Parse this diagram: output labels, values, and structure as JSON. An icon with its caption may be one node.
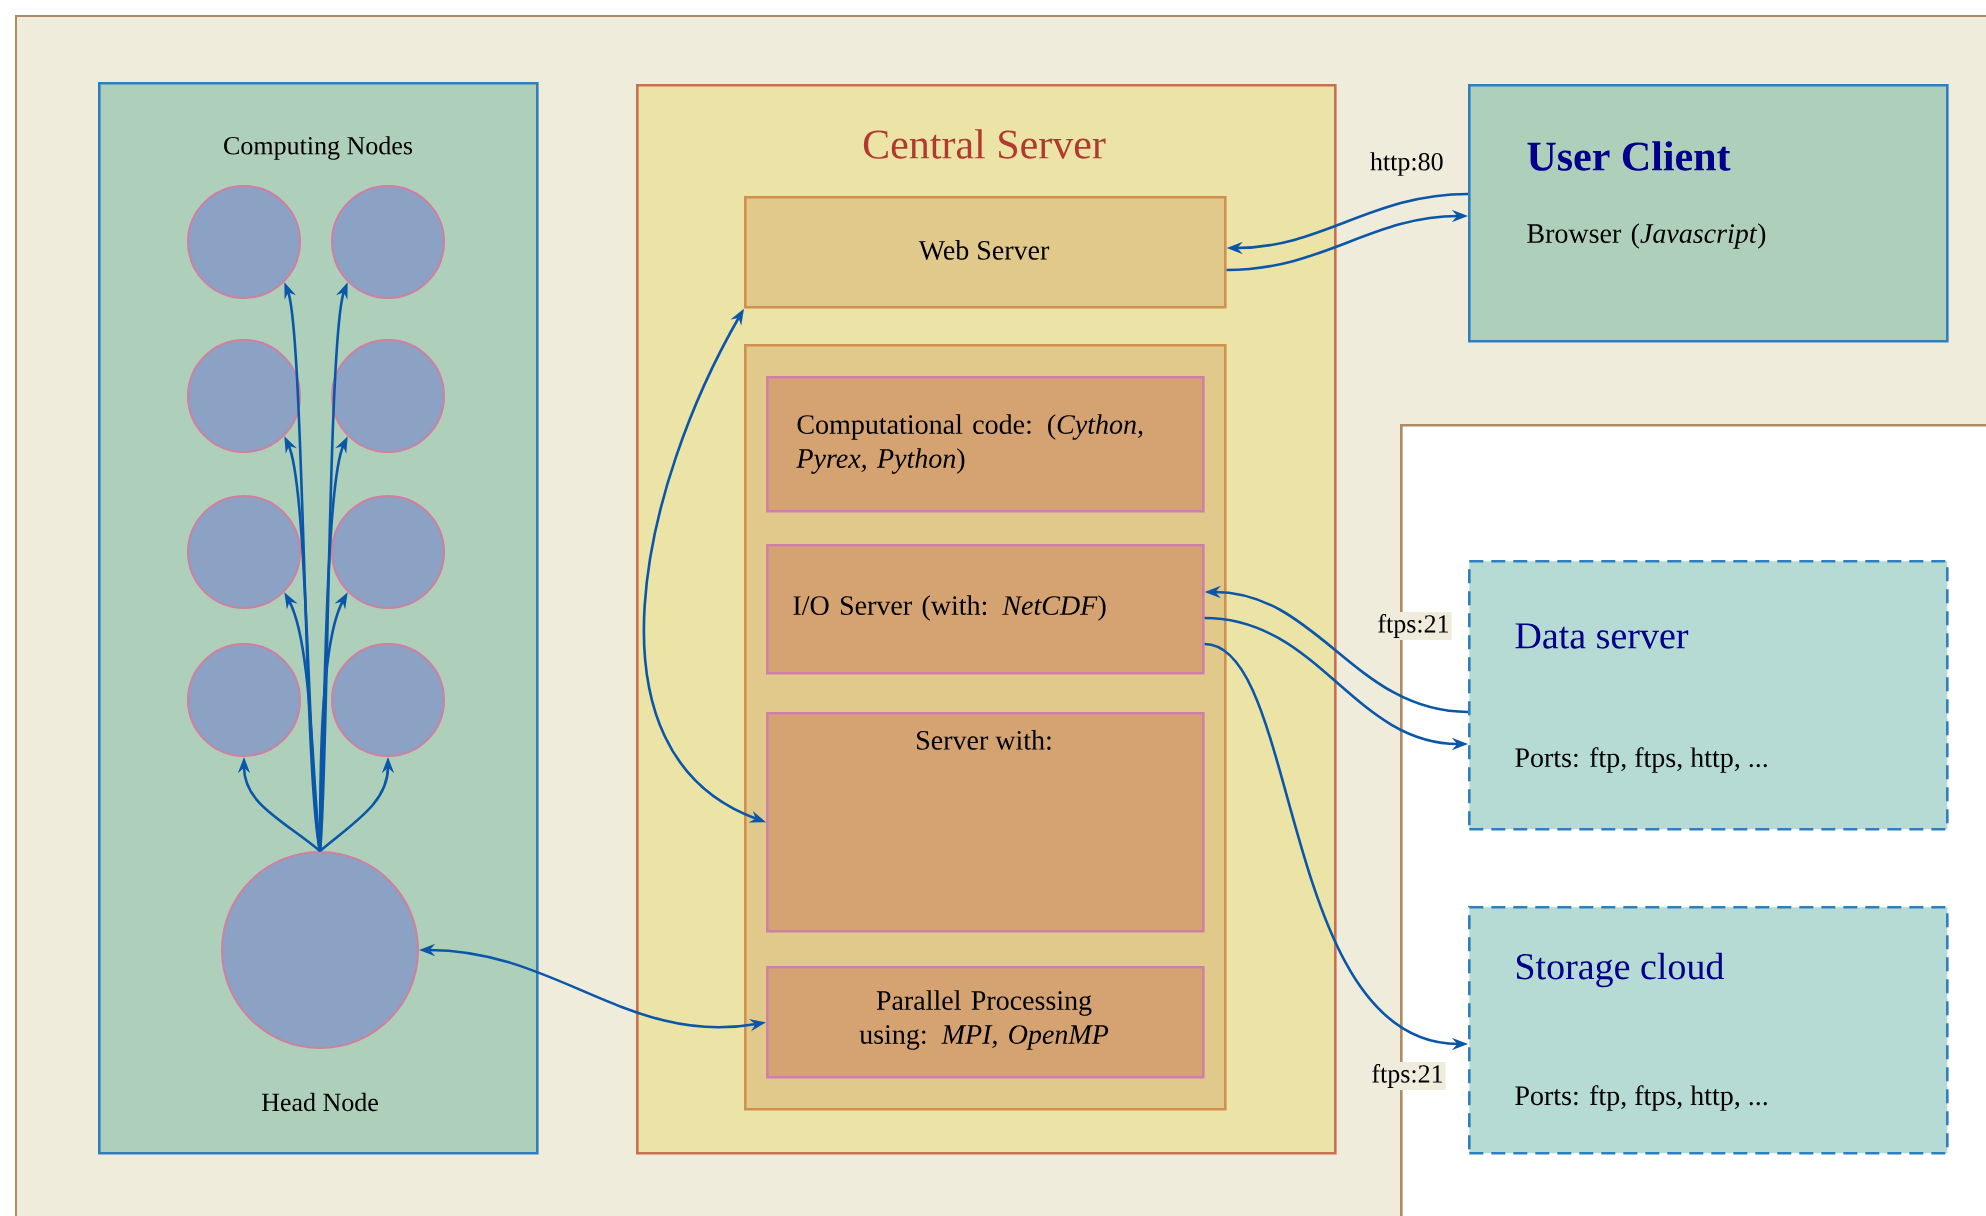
{
  "diagram": {
    "nodes": [
      {
        "text": [
          "Computing Nodes"
        ]
      },
      {
        "text": [],
        "shape": "circle",
        "in": 0
      },
      {
        "text": [],
        "shape": "circle",
        "in": 0
      },
      {
        "text": [],
        "shape": "circle",
        "in": 0
      },
      {
        "text": [],
        "shape": "circle",
        "in": 0
      },
      {
        "text": [],
        "shape": "circle",
        "in": 0
      },
      {
        "text": [],
        "shape": "circle",
        "in": 0
      },
      {
        "text": [],
        "shape": "circle",
        "in": 0
      },
      {
        "text": [],
        "shape": "circle",
        "in": 0
      },
      {
        "text": [],
        "shape": "circle",
        "in": 0,
        "beside": [
          "Head Node"
        ]
      },
      {
        "text": [
          "Central Server"
        ]
      },
      {
        "text": [
          "Web Server"
        ],
        "in": 10
      },
      {
        "text": [],
        "shape": "box",
        "in": 10
      },
      {
        "text": [
          "Computational code: (*Cython, Pyrex, Python*)"
        ],
        "in": 12
      },
      {
        "text": [
          "I/O Server (with: *NetCDF*)"
        ],
        "in": 12
      },
      {
        "text": [
          "Server with:"
        ],
        "in": 12
      },
      {
        "text": [
          "Parallel Processing using: *MPI, OpenMP*"
        ],
        "in": 12
      },
      {
        "text": [
          "User Client",
          "Browser (*Javascript*)"
        ]
      },
      {
        "text": [],
        "shape": "box"
      },
      {
        "text": [
          "Data server",
          "Ports: ftp, ftps, http, ..."
        ],
        "in": 18
      },
      {
        "text": [
          "Storage cloud",
          "Ports: ftp, ftps, http, ..."
        ],
        "in": 18
      }
    ],
    "edges": [
      {
        "from": 9,
        "to": 1,
        "arrow": "to"
      },
      {
        "from": 9,
        "to": 2,
        "arrow": "to"
      },
      {
        "from": 9,
        "to": 3,
        "arrow": "to"
      },
      {
        "from": 9,
        "to": 4,
        "arrow": "to"
      },
      {
        "from": 9,
        "to": 5,
        "arrow": "to"
      },
      {
        "from": 9,
        "to": 6,
        "arrow": "to"
      },
      {
        "from": 9,
        "to": 7,
        "arrow": "to"
      },
      {
        "from": 9,
        "to": 8,
        "arrow": "to"
      },
      {
        "from": 11,
        "to": 15,
        "arrow": "both"
      },
      {
        "from": 9,
        "to": 16,
        "arrow": "both"
      },
      {
        "from": 17,
        "to": 11,
        "arrow": "to",
        "label": "http:80"
      },
      {
        "from": 11,
        "to": 17,
        "arrow": "to"
      },
      {
        "from": 19,
        "to": 14,
        "arrow": "to",
        "label": "ftps:21"
      },
      {
        "from": 14,
        "to": 19,
        "arrow": "to"
      },
      {
        "from": 14,
        "to": 20,
        "arrow": "to",
        "label": "ftps:21"
      }
    ]
  }
}
